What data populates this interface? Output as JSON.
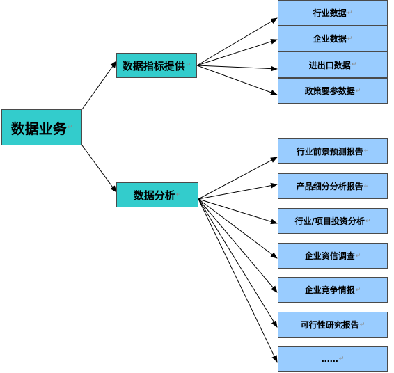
{
  "mark": "↵",
  "root": {
    "label": "数据业务"
  },
  "groups": [
    {
      "label": "数据指标提供",
      "items": [
        "行业数据",
        "企业数据",
        "进出口数据",
        "政策要参数据"
      ]
    },
    {
      "label": "数据分析",
      "items": [
        "行业前景预测报告",
        "产品细分分析报告",
        "行业/项目投资分析",
        "企业资信调查",
        "企业竞争情报",
        "可行性研究报告",
        "……"
      ]
    }
  ],
  "colors": {
    "node_fill": "#33cccc",
    "leaf_fill": "#99ccff",
    "line": "#000000"
  }
}
